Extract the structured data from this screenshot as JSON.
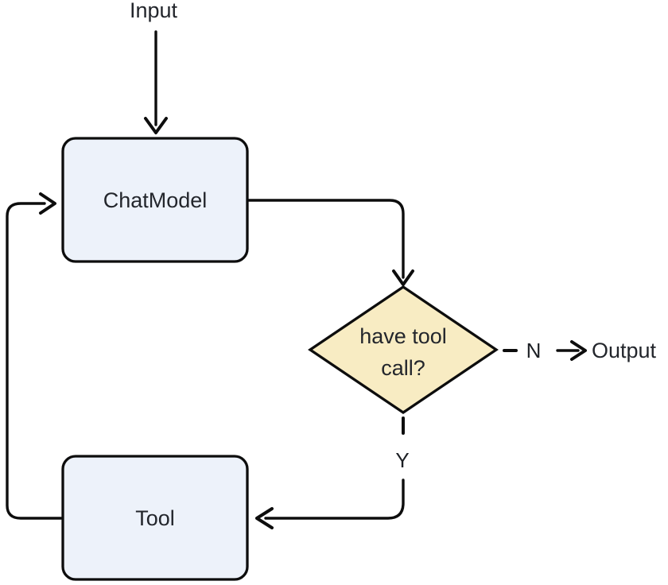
{
  "colors": {
    "background": "#ffffff",
    "node_fill": "#edf2fa",
    "decision_fill": "#f8ecc3",
    "stroke": "#0d0d0d",
    "text": "#23262c"
  },
  "nodes": {
    "input": {
      "label": "Input"
    },
    "chat_model": {
      "label": "ChatModel"
    },
    "decision": {
      "line1": "have tool",
      "line2": "call?"
    },
    "tool": {
      "label": "Tool"
    },
    "output": {
      "label": "Output"
    }
  },
  "edges": {
    "no": {
      "label": "N"
    },
    "yes": {
      "label": "Y"
    }
  }
}
